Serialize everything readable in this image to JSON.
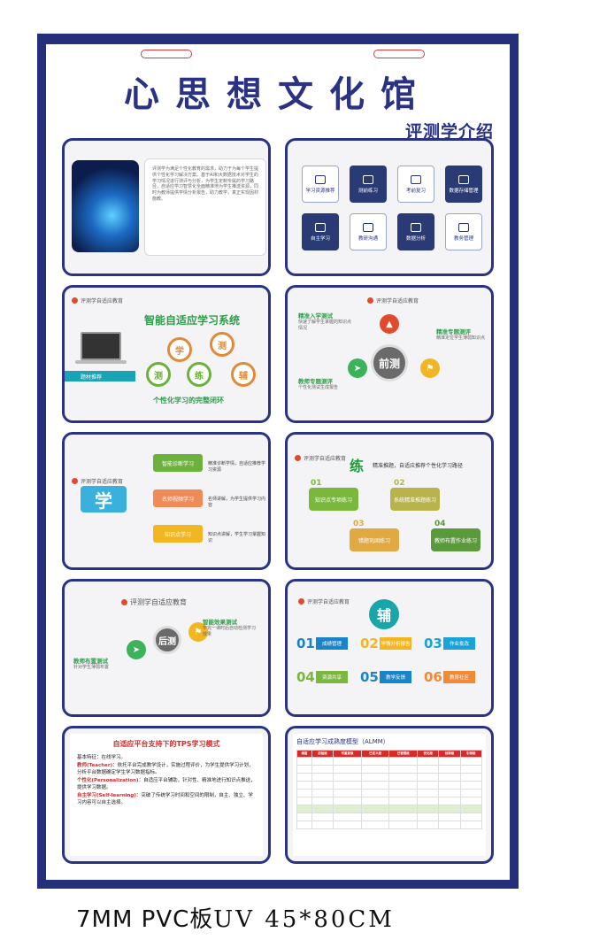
{
  "title": "心思想文化馆",
  "subtitle": "评测学介绍",
  "caption_prefix": "7MM PVC板",
  "caption_suffix": "UV  45*80CM",
  "panel1": {
    "text": "评测学为满足个性化教育的需求，助力于为每个学生提供个性化学习解决方案。基于AI和大数据技术对学生的学习情况进行测评与分析，为学生定制专属的学习路径，自适应学习智慧化全面精准地为学生推送资源，同时为教师提供学情分析报告，助力教学，真正实现因材施教。"
  },
  "panel2": {
    "tiles": [
      {
        "label": "学习资源推荐",
        "style": "w"
      },
      {
        "label": "测前练习",
        "style": "b"
      },
      {
        "label": "考前复习",
        "style": "w"
      },
      {
        "label": "数据存储管理",
        "style": "b"
      },
      {
        "label": "自主学习",
        "style": "b"
      },
      {
        "label": "教研沟通",
        "style": "w"
      },
      {
        "label": "数据分析",
        "style": "b"
      },
      {
        "label": "教务管理",
        "style": "w"
      }
    ]
  },
  "panel3": {
    "logo": "评测学自适应教育",
    "heading": "智能自适应学习系统",
    "bar_label": "题材推荐",
    "circles": [
      "学",
      "测",
      "测",
      "练",
      "辅"
    ],
    "footer": "个性化学习的完整闭环"
  },
  "panel4": {
    "logo": "评测学自适应教育",
    "center": "前测",
    "label_left_top": "精准入学测试",
    "desc_left_top": "快速了解学生掌握的知识点情况",
    "label_right": "精准专题测评",
    "desc_right": "精准定位学生薄弱知识点",
    "label_left_bottom": "教师专题测评",
    "desc_left_bottom": "个性化测试生成报告"
  },
  "panel5": {
    "logo": "评测学自适应教育",
    "xue": "学",
    "pills": [
      {
        "label": "智能诊断学习",
        "desc": "精准诊断学情，自适应推荐学习资源",
        "color": "#6bb23c"
      },
      {
        "label": "名师视频学习",
        "desc": "名师讲解，为学生提供学习内容",
        "color": "#f08a57"
      },
      {
        "label": "知识点学习",
        "desc": "知识点讲解，学生学习掌握知识",
        "color": "#f3b623"
      }
    ]
  },
  "panel6": {
    "logo": "评测学自适应教育",
    "lian": "练",
    "sub": "精准推题，自适应推荐个性化学习路径",
    "cards": [
      {
        "num": "01",
        "label": "知识点专项练习",
        "color": "#79b83c"
      },
      {
        "num": "02",
        "label": "系统精准推题练习",
        "color": "#b8b34c"
      },
      {
        "num": "03",
        "label": "错题巩固练习",
        "color": "#e0a942"
      },
      {
        "num": "04",
        "label": "教师布置作业练习",
        "color": "#5a9a3a"
      }
    ]
  },
  "panel7": {
    "logo": "评测学自适应教育",
    "center": "后测",
    "label_right": "智能效果测试",
    "desc_right": "学完一课时后自动检测学习效果",
    "label_left": "教师布置测试",
    "desc_left": "针对学生薄弱布置"
  },
  "panel8": {
    "logo": "评测学自适应教育",
    "fu": "辅",
    "tags": [
      {
        "num": "01",
        "label": "成绩管理",
        "color": "#1a84c8"
      },
      {
        "num": "02",
        "label": "学情分析报告",
        "color": "#f3b623"
      },
      {
        "num": "03",
        "label": "作业批改",
        "color": "#1aa3d8"
      },
      {
        "num": "04",
        "label": "资源共享",
        "color": "#79b83c"
      },
      {
        "num": "05",
        "label": "教学反馈",
        "color": "#1a84c8"
      },
      {
        "num": "06",
        "label": "教育社区",
        "color": "#f08a37"
      }
    ]
  },
  "panel9": {
    "title": "自适应平台支持下的TPS学习模式",
    "lines": [
      {
        "prefix": "",
        "text": "基本特征：在线学习。"
      },
      {
        "prefix": "教师(Teacher)：",
        "text": "依托平台完成教学设计，实施过程评价，为学生提供学习计划，分析平台数据确定学生学习数据指标。"
      },
      {
        "prefix": "个性化(Personalization)：",
        "text": "自适应平台辅助，针对性、精准地进行知识点推送，提供学习数据。"
      },
      {
        "prefix": "自主学习(Self-learning)：",
        "text": "突破了传统学习时间和空间的限制，自主、独立、学习内容可以自主选择。"
      }
    ]
  },
  "panel10": {
    "title": "自适应学习成熟度模型（ALMM）",
    "headers": [
      "维度",
      "初始级",
      "可重复级",
      "已定义级",
      "已管理级",
      "优化级",
      "创新级",
      "引领级"
    ],
    "rows": 9
  }
}
